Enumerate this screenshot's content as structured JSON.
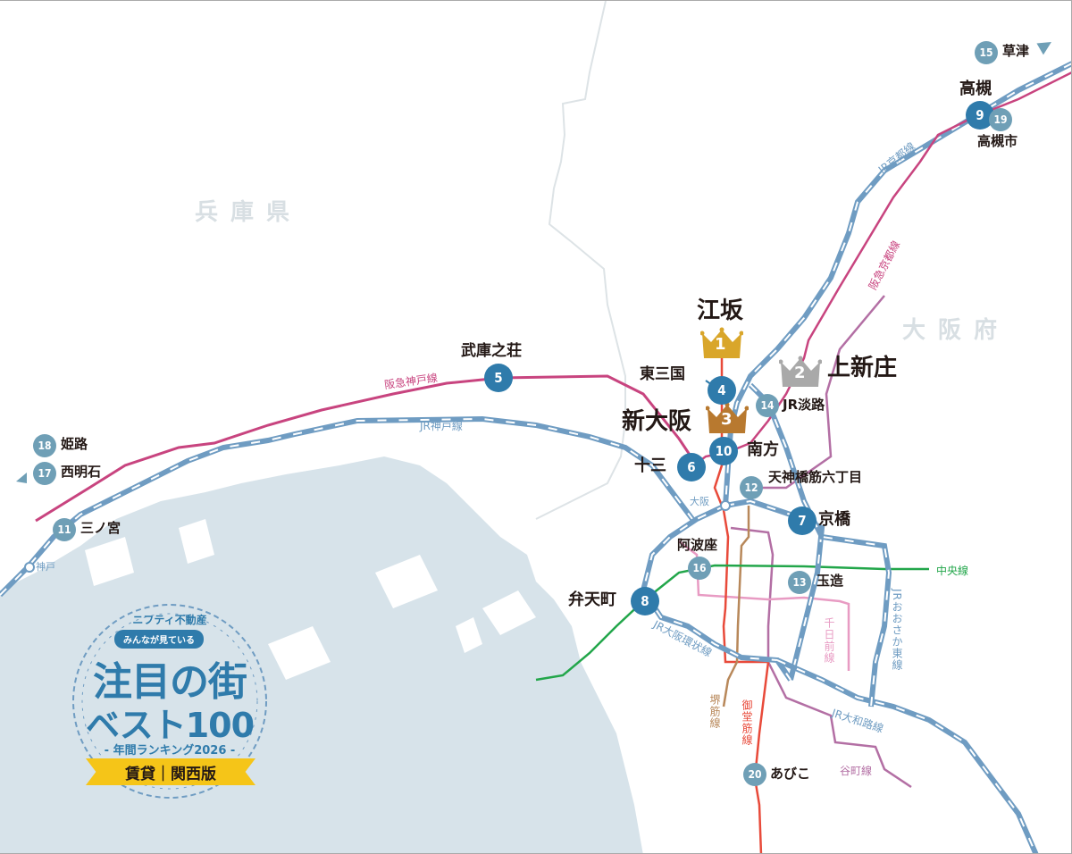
{
  "title": "注目の街ベスト100 年間ランキング2026 賃貸 関西版",
  "colors": {
    "station_dark": "#2f7bab",
    "station_light": "#6f9fb6",
    "crown_gold": "#d9a62a",
    "crown_silver": "#a9a9a9",
    "crown_bronze": "#b8792f",
    "sea": "#d7e3ea",
    "hankyu": "#c8447f",
    "jr": "#6f9cc2",
    "chuo": "#22a64a",
    "midosuji": "#e84a3a",
    "sakaisuji": "#b8885a",
    "tanimachi": "#b36fa4",
    "sennichimae": "#e89bc3"
  },
  "prefectures": [
    {
      "name": "兵庫県"
    },
    {
      "name": "大阪府"
    }
  ],
  "ranks": [
    {
      "rank": "1",
      "name": "江坂",
      "crown": "gold"
    },
    {
      "rank": "2",
      "name": "上新庄",
      "crown": "silver"
    },
    {
      "rank": "3",
      "name": "新大阪",
      "crown": "bronze"
    }
  ],
  "stations": [
    {
      "rank": "4",
      "name": "東三国"
    },
    {
      "rank": "5",
      "name": "武庫之荘"
    },
    {
      "rank": "6",
      "name": "十三"
    },
    {
      "rank": "7",
      "name": "京橋"
    },
    {
      "rank": "8",
      "name": "弁天町"
    },
    {
      "rank": "9",
      "name": "高槻"
    },
    {
      "rank": "10",
      "name": "南方"
    },
    {
      "rank": "11",
      "name": "三ノ宮"
    },
    {
      "rank": "12",
      "name": "天神橋筋六丁目"
    },
    {
      "rank": "13",
      "name": "玉造"
    },
    {
      "rank": "14",
      "name": "JR淡路"
    },
    {
      "rank": "15",
      "name": "草津"
    },
    {
      "rank": "16",
      "name": "阿波座"
    },
    {
      "rank": "17",
      "name": "西明石"
    },
    {
      "rank": "18",
      "name": "姫路"
    },
    {
      "rank": "19",
      "name": "高槻市"
    },
    {
      "rank": "20",
      "name": "あびこ"
    }
  ],
  "landmarks": {
    "kobe": "神戸",
    "osaka": "大阪"
  },
  "lines": {
    "hankyu_kobe": "阪急神戸線",
    "jr_kobe": "JR神戸線",
    "jr_kyoto": "JR京都線",
    "hankyu_kyoto": "阪急京都線",
    "chuo": "中央線",
    "jr_osaka_higashi": "JRおおさか東線",
    "sennichimae": "千日前線",
    "jr_loop": "JR大阪環状線",
    "sakaisuji": "堺筋線",
    "midosuji": "御堂筋線",
    "jr_yamatoji": "JR大和路線",
    "tanimachi": "谷町線"
  },
  "logo": {
    "brand": "ニフティ不動産",
    "bubble": "みんなが見ている",
    "title_line1": "注目の街",
    "title_line2": "ベスト100",
    "subtitle": "- 年間ランキング2026 -",
    "ribbon": "賃貸｜関西版"
  }
}
